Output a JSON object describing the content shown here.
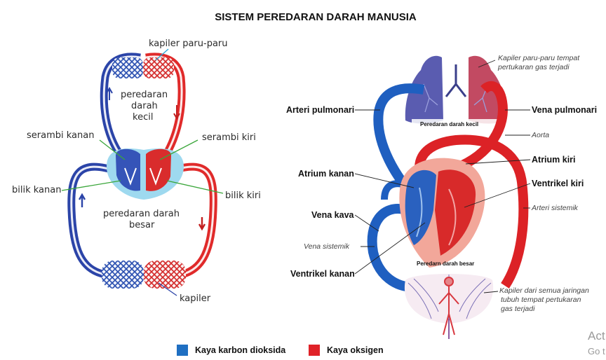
{
  "title": "SISTEM PEREDARAN DARAH MANUSIA",
  "left_diagram": {
    "kapiler_paru": "kapiler paru-paru",
    "peredaran_kecil_1": "peredaran",
    "peredaran_kecil_2": "darah",
    "peredaran_kecil_3": "kecil",
    "serambi_kanan": "serambi kanan",
    "serambi_kiri": "serambi kiri",
    "bilik_kanan": "bilik kanan",
    "bilik_kiri": "bilik kiri",
    "peredaran_besar_1": "peredaran darah",
    "peredaran_besar_2": "besar",
    "kapiler": "kapiler"
  },
  "right_diagram": {
    "kapiler_paru_1": "Kapiler paru-paru tempat",
    "kapiler_paru_2": "pertukaran gas terjadi",
    "arteri_pulmonari": "Arteri pulmonari",
    "vena_pulmonari": "Vena pulmonari",
    "peredaran_kecil": "Peredaran darah kecil",
    "aorta": "Aorta",
    "atrium_kiri": "Atrium kiri",
    "atrium_kanan": "Atrium kanan",
    "ventrikel_kiri": "Ventrikel kiri",
    "arteri_sistemik": "Arteri sistemik",
    "vena_kava": "Vena kava",
    "vena_sistemik": "Vena sistemik",
    "ventrikel_kanan": "Ventrikel kanan",
    "peredaran_besar": "Peredarn darah besar",
    "kapiler_jaringan_1": "Kapiler dari semua jaringan",
    "kapiler_jaringan_2": "tubuh tempat pertukaran",
    "kapiler_jaringan_3": "gas terjadi"
  },
  "legend": {
    "co2_label": "Kaya karbon dioksida",
    "o2_label": "Kaya oksigen",
    "co2_color": "#1f6fc2",
    "o2_color": "#e02228"
  },
  "watermark": {
    "line1": "Act",
    "line2": "Go t"
  }
}
